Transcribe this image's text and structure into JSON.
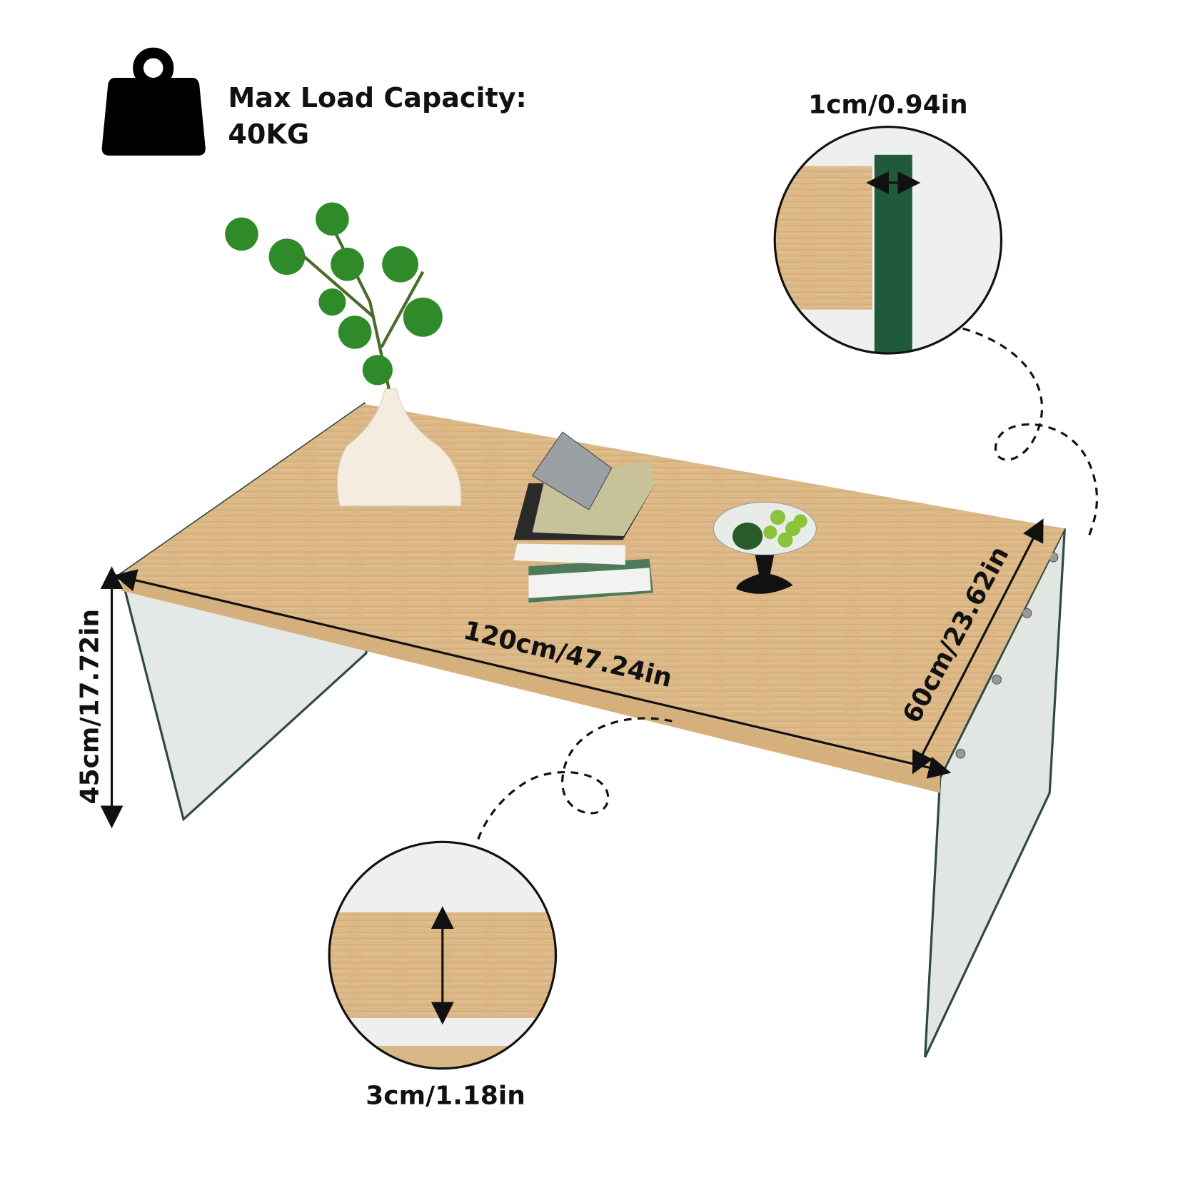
{
  "load": {
    "label": "Max Load Capacity:",
    "value": "40KG",
    "icon": "weight-icon"
  },
  "dimensions": {
    "length": "120cm/47.24in",
    "width": "60cm/23.62in",
    "height": "45cm/17.72in",
    "glass_thickness": "1cm/0.94in",
    "top_thickness": "3cm/1.18in"
  },
  "colors": {
    "wood": "#dcb887",
    "glass": "#e4e8e6",
    "glass_edge": "#1f5a3a",
    "text": "#111111"
  }
}
